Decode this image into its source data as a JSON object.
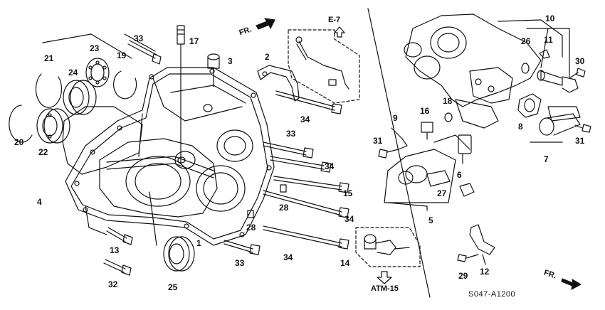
{
  "diagram": {
    "part_numbers": [
      "1",
      "2",
      "3",
      "4",
      "5",
      "6",
      "7",
      "8",
      "9",
      "10",
      "11",
      "12",
      "13",
      "14",
      "15",
      "16",
      "17",
      "18",
      "19",
      "20",
      "21",
      "22",
      "23",
      "24",
      "25",
      "26",
      "27",
      "28",
      "29",
      "30",
      "31",
      "32",
      "33",
      "34"
    ],
    "callouts": {
      "n17": "17",
      "n33a": "33",
      "n3": "3",
      "n23": "23",
      "n19": "19",
      "n21": "21",
      "n24": "24",
      "n20": "20",
      "n22": "22",
      "n2": "2",
      "n34a": "34",
      "n33b": "33",
      "n34b": "34",
      "n4": "4",
      "n15": "15",
      "n28a": "28",
      "n34c": "34",
      "n28b": "28",
      "n13": "13",
      "n1": "1",
      "n33c": "33",
      "n34d": "34",
      "n14": "14",
      "n32": "32",
      "n25": "25",
      "n10": "10",
      "n26": "26",
      "n11": "11",
      "n30": "30",
      "n9": "9",
      "n16": "16",
      "n18": "18",
      "n31a": "31",
      "n8": "8",
      "n31b": "31",
      "n6": "6",
      "n7": "7",
      "n27": "27",
      "n5": "5",
      "n29": "29",
      "n12": "12"
    },
    "refs": {
      "top": "E-7",
      "bottom": "ATM-15"
    },
    "direction_labels": {
      "left": "FR.",
      "right": "FR."
    },
    "drawing_code": "S047-A1200"
  }
}
